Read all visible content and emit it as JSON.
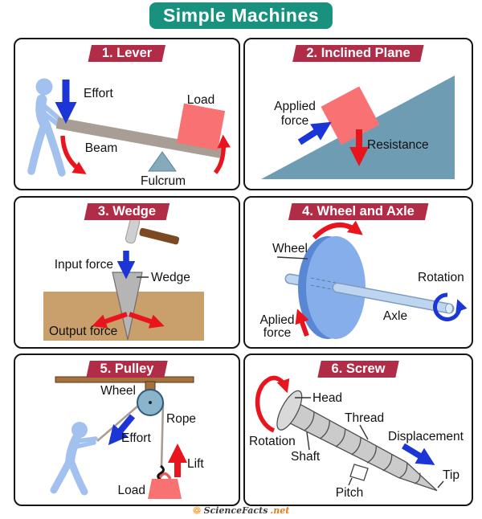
{
  "title": "Simple Machines",
  "colors": {
    "title_bg": "#19917f",
    "banner_bg": "#b12c46",
    "blue_arrow": "#1b35d6",
    "red_arrow": "#e8141e",
    "person_blue": "#a3c1ef",
    "load_red": "#f87173",
    "beam_gray": "#a89e95",
    "fulcrum_blue": "#84aabb",
    "incline_blue": "#6d9cb3",
    "wood_tan": "#c9a06b",
    "wedge_gray": "#b5b5b5",
    "hammer_brown": "#7b4a22",
    "wheel_front": "#86aeea",
    "wheel_rim": "#5a87d4",
    "axle_blue": "#bdd5ef",
    "pulley_wheel": "#8ab4cc",
    "pulley_beam": "#a5713d",
    "screw_gray": "#cbcbcb"
  },
  "panels": {
    "lever": {
      "title": "1. Lever",
      "labels": {
        "effort": "Effort",
        "load": "Load",
        "beam": "Beam",
        "fulcrum": "Fulcrum"
      }
    },
    "inclined_plane": {
      "title": "2. Inclined Plane",
      "labels": {
        "applied_line1": "Applied",
        "applied_line2": "force",
        "resistance": "Resistance"
      }
    },
    "wedge": {
      "title": "3. Wedge",
      "labels": {
        "input_force": "Input force",
        "wedge": "Wedge",
        "output_force": "Output force"
      }
    },
    "wheel_axle": {
      "title": "4. Wheel and Axle",
      "labels": {
        "wheel": "Wheel",
        "rotation": "Rotation",
        "axle": "Axle",
        "applied_line1": "Aplied",
        "applied_line2": "force"
      }
    },
    "pulley": {
      "title": "5. Pulley",
      "labels": {
        "wheel": "Wheel",
        "rope": "Rope",
        "effort": "Effort",
        "lift": "Lift",
        "load": "Load"
      }
    },
    "screw": {
      "title": "6. Screw",
      "labels": {
        "head": "Head",
        "thread": "Thread",
        "rotation": "Rotation",
        "shaft": "Shaft",
        "displacement": "Displacement",
        "pitch": "Pitch",
        "tip": "Tip"
      }
    }
  },
  "footer": {
    "flower_icon": "❁",
    "brand": "ScienceFacts",
    "suffix": ".net"
  }
}
